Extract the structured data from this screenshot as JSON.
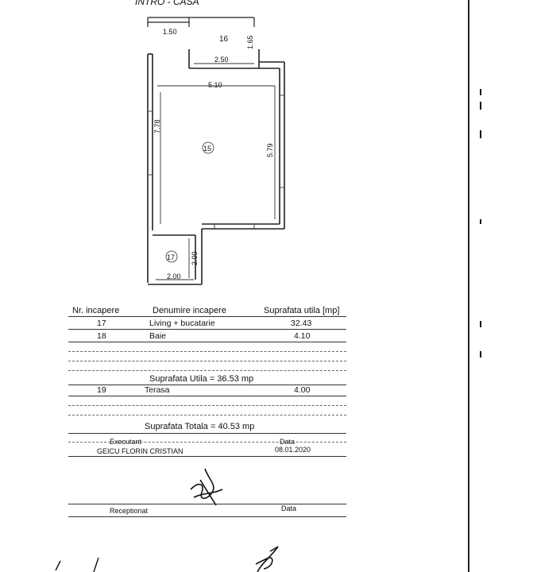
{
  "plan": {
    "top_label": "INTRO - CASA",
    "dimensions": {
      "top_width": "1.50",
      "step_height": "1.65",
      "notch_width": "2.50",
      "main_width": "5.10",
      "left_height": "7.78",
      "right_height": "5.79",
      "small_height": "2.00",
      "small_width": "2.00"
    },
    "room_numbers": {
      "outside": "16",
      "main": "15",
      "small": "17"
    }
  },
  "table": {
    "headers": {
      "number": "Nr. incapere",
      "name": "Denumire incapere",
      "area": "Suprafata utila [mp]"
    },
    "rows": [
      {
        "number": "17",
        "name": "Living + bucatarie",
        "area": "32.43"
      },
      {
        "number": "18",
        "name": "Baie",
        "area": "4.10"
      }
    ],
    "useful_total": "Suprafata Utila = 36.53 mp",
    "terrace": {
      "number": "19",
      "name": "Terasa",
      "area": "4.00"
    },
    "grand_total": "Suprafata Totala = 40.53 mp"
  },
  "signatures": {
    "executant_label": "Executant",
    "executant_name": "GEICU FLORIN CRISTIAN",
    "date_label": "Data",
    "date_value": "08.01.2020",
    "received_label": "Receptionat",
    "received_date_label": "Data"
  }
}
